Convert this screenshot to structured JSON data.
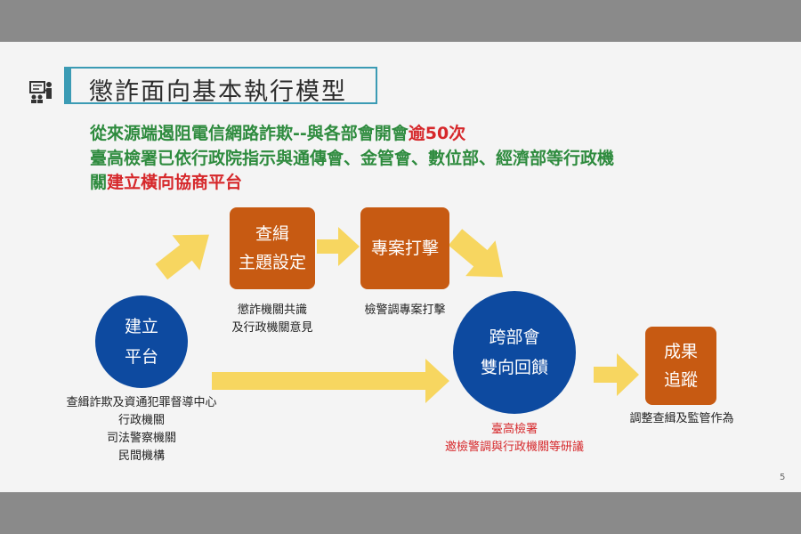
{
  "slide": {
    "title": "懲詐面向基本執行模型",
    "lines": [
      {
        "parts": [
          {
            "text": "從來源端遏阻電信網路詐欺--與各部會開會",
            "color": "green"
          },
          {
            "text": "逾50次",
            "color": "red"
          }
        ]
      },
      {
        "parts": [
          {
            "text": "臺高檢署已依行政院指示與",
            "color": "green"
          },
          {
            "text": "通傳會、金管會、數位部、經濟部等行政機",
            "color": "green"
          }
        ]
      },
      {
        "parts": [
          {
            "text": "關",
            "color": "green"
          },
          {
            "text": "建立橫向協商平台",
            "color": "red"
          }
        ]
      }
    ],
    "nodes": {
      "platform": [
        "建立",
        "平台"
      ],
      "investigate": [
        "查緝",
        "主題設定"
      ],
      "strike": [
        "專案打擊"
      ],
      "cross_dept": [
        "跨部會",
        "雙向回饋"
      ],
      "results": [
        "成果",
        "追蹤"
      ]
    },
    "captions": {
      "investigate": [
        "懲詐機關共識",
        "及行政機關意見"
      ],
      "strike": [
        "檢警調專案打擊"
      ],
      "platform": [
        "查緝詐欺及資通犯罪督導中心",
        "行政機關",
        "司法警察機關",
        "民間機構"
      ],
      "cross_dept": [
        "臺高檢署",
        "邀檢警調與行政機關等研議"
      ],
      "results": [
        "調整查緝及監管作為"
      ]
    },
    "page_number": "5",
    "colors": {
      "accent": "#3b9bb4",
      "green_text": "#2e8b3e",
      "red_text": "#d6282b",
      "orange_box": "#c75a12",
      "blue_circle": "#0d4aa0",
      "arrow": "#f7d660"
    },
    "icons": [
      "presentation-icon",
      "arrow-icon"
    ]
  }
}
